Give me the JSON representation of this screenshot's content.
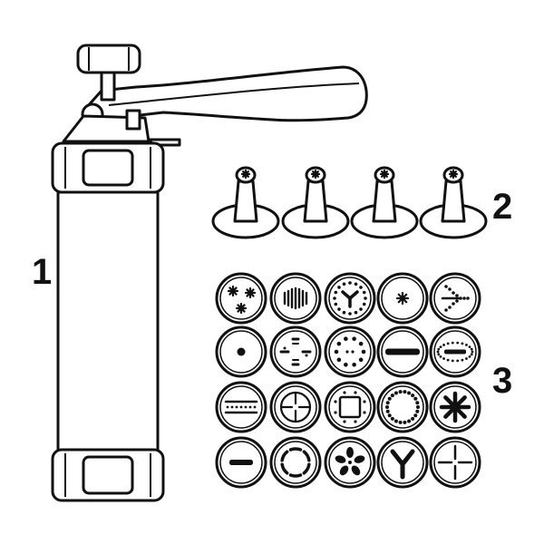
{
  "labels": {
    "press": "1",
    "tips": "2",
    "discs": "3"
  },
  "colors": {
    "ink": "#111111",
    "paper": "#ffffff"
  },
  "parts": {
    "press": "cookie-press-gun",
    "tips": [
      "star-tip",
      "star-tip",
      "star-tip",
      "star-tip"
    ],
    "discs": [
      [
        "three-flowers",
        "vertical-lines-oval",
        "y-dotted-ring",
        "small-star",
        "arrow-dots"
      ],
      [
        "single-dot",
        "cross-dashes",
        "dotted-ring",
        "horizontal-bar-notched",
        "dotted-oval-bar"
      ],
      [
        "double-dashed-lines",
        "quartered-circle",
        "dotted-square",
        "bead-ring",
        "asterisk"
      ],
      [
        "single-bar",
        "segmented-ring",
        "pinwheel",
        "y-shape",
        "cross-lines"
      ]
    ]
  }
}
